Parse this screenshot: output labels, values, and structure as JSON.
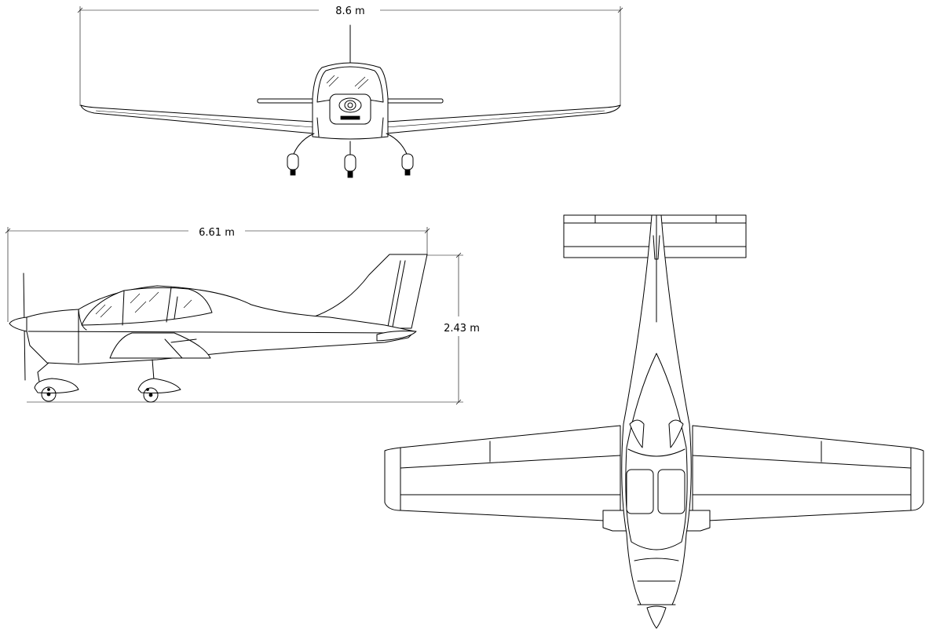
{
  "dimensions": {
    "wingspan": "8.6  m",
    "length": "6.61  m",
    "height": "2.43  m"
  },
  "views": [
    "front",
    "side",
    "top"
  ],
  "line_color": "#000000",
  "background_color": "#ffffff"
}
